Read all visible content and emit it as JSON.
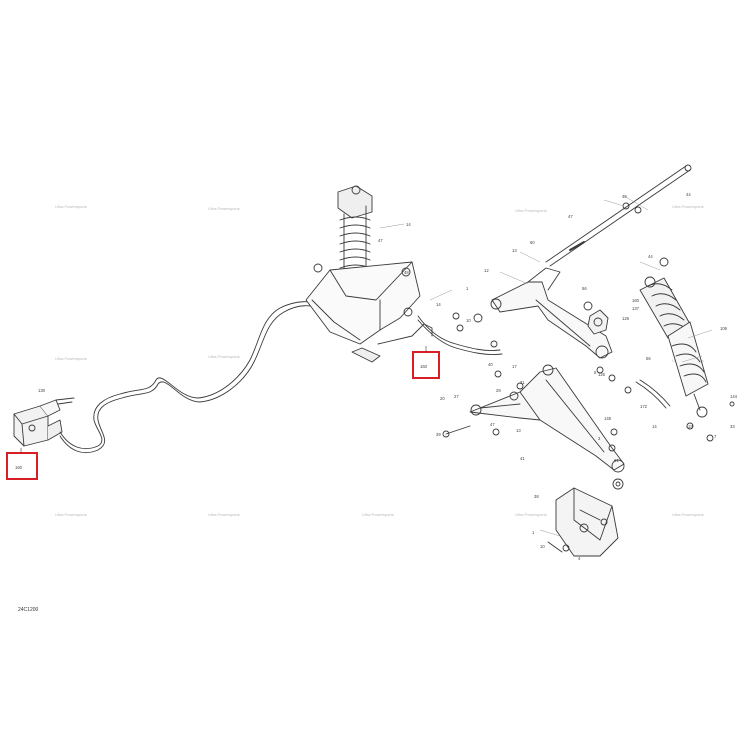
{
  "diagram": {
    "reference_code": "24C1200",
    "watermark_text": "Ultra Powersports",
    "highlighted_labels": [
      "160",
      "160"
    ],
    "part_labels": [
      "44",
      "49",
      "47",
      "60",
      "13",
      "44",
      "12",
      "1",
      "14",
      "10",
      "56",
      "126",
      "40",
      "17",
      "29",
      "31",
      "126",
      "27",
      "20",
      "13",
      "47",
      "148",
      "3",
      "41",
      "39",
      "5",
      "14",
      "7",
      "56",
      "106",
      "172",
      "144",
      "124",
      "33",
      "61",
      "47",
      "14",
      "48",
      "38",
      "130",
      "160",
      "137",
      "1",
      "10",
      "4"
    ],
    "colors": {
      "highlight": "#d81f26",
      "linework": "#3a3a3a",
      "watermark": "#b9b9b9"
    }
  }
}
